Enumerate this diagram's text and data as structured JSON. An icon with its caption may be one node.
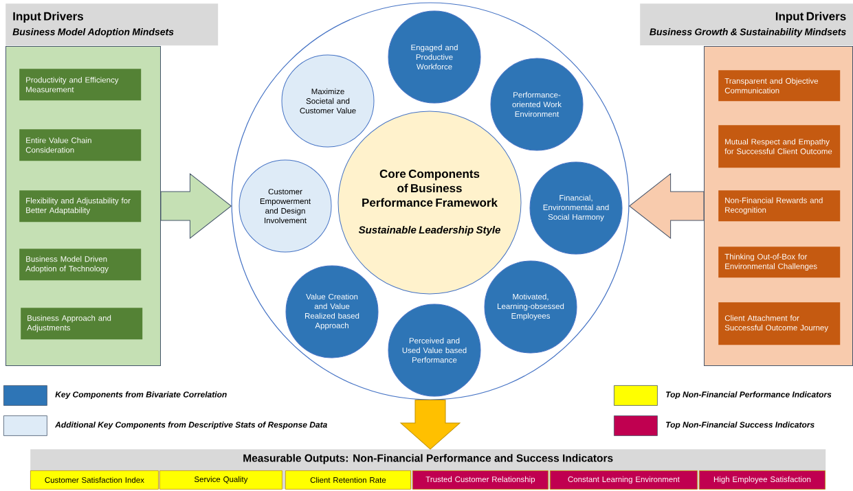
{
  "diagram": {
    "nodes": [
      {
        "text": [
          "Input Drivers",
          "Business Model Adoption Mindsets"
        ]
      },
      {
        "text": [],
        "shape": "box"
      },
      {
        "text": [
          "Productivity and Efficiency Measurement"
        ],
        "in": 1
      },
      {
        "text": [
          "Entire Value Chain Consideration"
        ],
        "in": 1
      },
      {
        "text": [
          "Flexibility and Adjustability for Better Adaptability"
        ],
        "in": 1
      },
      {
        "text": [
          "Business Model Driven Adoption of Technology"
        ],
        "in": 1
      },
      {
        "text": [
          "Business Approach and Adjustments"
        ],
        "in": 1
      },
      {
        "text": [
          "Input Drivers",
          "Business Growth & Sustainability Mindsets"
        ]
      },
      {
        "text": [],
        "shape": "box"
      },
      {
        "text": [
          "Transparent and Objective Communication"
        ],
        "in": 8
      },
      {
        "text": [
          "Mutual Respect and Empathy for Successful Client Outcome"
        ],
        "in": 8
      },
      {
        "text": [
          "Non-Financial Rewards and Recognition"
        ],
        "in": 8
      },
      {
        "text": [
          "Thinking Out-of-Box for Environmental Challenges"
        ],
        "in": 8
      },
      {
        "text": [
          "Client Attachment for Successful Outcome Journey"
        ],
        "in": 8
      },
      {
        "text": [],
        "shape": "circle"
      },
      {
        "text": [
          "Core Components of Business Performance Framework",
          "Sustainable Leadership Style"
        ],
        "in": 14
      },
      {
        "text": [
          "Engaged and Productive Workforce"
        ],
        "in": 14
      },
      {
        "text": [
          "Maximize Societal and Customer Value"
        ],
        "in": 14
      },
      {
        "text": [
          "Performance-oriented Work Environment"
        ],
        "in": 14
      },
      {
        "text": [
          "Customer Empowerment and Design Involvement"
        ],
        "in": 14
      },
      {
        "text": [
          "Financial, Environmental and Social Harmony"
        ],
        "in": 14
      },
      {
        "text": [
          "Value Creation and Value Realized based Approach"
        ],
        "in": 14
      },
      {
        "text": [
          "Motivated, Learning-obsessed Employees"
        ],
        "in": 14
      },
      {
        "text": [
          "Perceived and Used Value based Performance"
        ],
        "in": 14
      },
      {
        "text": [
          "Measurable Outputs: Non-Financial Performance and Success Indicators"
        ]
      },
      {
        "text": [
          "Customer Satisfaction Index"
        ],
        "in": 24
      },
      {
        "text": [
          "Service Quality"
        ],
        "in": 24
      },
      {
        "text": [
          "Client Retention Rate"
        ],
        "in": 24
      },
      {
        "text": [
          "Trusted Customer Relationship"
        ],
        "in": 24
      },
      {
        "text": [
          "Constant Learning Environment"
        ],
        "in": 24
      },
      {
        "text": [
          "High Employee Satisfaction"
        ],
        "in": 24
      }
    ],
    "edges": [
      {
        "from": 1,
        "to": 14,
        "arrow": "to",
        "color": "#c5e0b4"
      },
      {
        "from": 8,
        "to": 14,
        "arrow": "to",
        "color": "#f8cbad"
      },
      {
        "from": 14,
        "to": 24,
        "arrow": "to",
        "color": "#ffc000"
      }
    ],
    "legend": [
      {
        "text": "Key Components from Bivariate Correlation",
        "color": "#2e75b6"
      },
      {
        "text": "Additional Key Components from Descriptive Stats of Response Data",
        "color": "#deebf7"
      },
      {
        "text": "Top Non-Financial Performance Indicators",
        "color": "#ffff00"
      },
      {
        "text": "Top Non-Financial Success Indicators",
        "color": "#c00050"
      }
    ]
  }
}
